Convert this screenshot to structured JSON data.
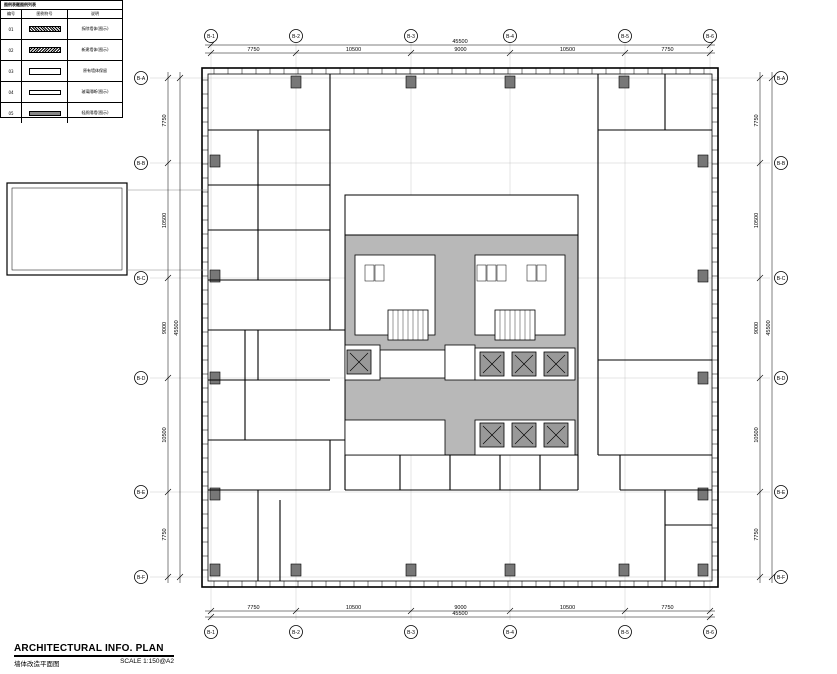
{
  "legend": {
    "title": "图例表题图例列表",
    "headers": [
      "编号",
      "图例符号",
      "说明"
    ],
    "rows": [
      {
        "code": "01",
        "symbol": "hatch",
        "desc": "拆除墙体(图示)"
      },
      {
        "code": "02",
        "symbol": "dark",
        "desc": "新建墙体(图示)"
      },
      {
        "code": "03",
        "symbol": "empty",
        "desc": "原有墙体保留"
      },
      {
        "code": "04",
        "symbol": "line",
        "desc": "玻璃隔断(图示)"
      },
      {
        "code": "05",
        "symbol": "dark",
        "desc": "轻质隔墙(图示)"
      }
    ]
  },
  "dimensions": {
    "top_total": "45500",
    "top_segments": [
      "7750",
      "10500",
      "9000",
      "10500",
      "7750"
    ],
    "bottom_total": "45500",
    "bottom_segments": [
      "7750",
      "10500",
      "9000",
      "10500",
      "7750"
    ],
    "left_total": "45500",
    "left_segments": [
      "7750",
      "10500",
      "9000",
      "10500",
      "7750"
    ],
    "right_total": "45500",
    "right_segments": [
      "7750",
      "10500",
      "9000",
      "10500",
      "7750"
    ]
  },
  "grid_labels": {
    "columns": [
      "B-1",
      "B-2",
      "B-3",
      "B-4",
      "B-5",
      "B-6"
    ],
    "rows": [
      "B-A",
      "B-B",
      "B-C",
      "B-D",
      "B-E",
      "B-F"
    ]
  },
  "title_block": {
    "title": "ARCHITECTURAL INFO.  PLAN",
    "subtitle": "墙体改造平面图",
    "scale": "SCALE  1:150@A2"
  }
}
